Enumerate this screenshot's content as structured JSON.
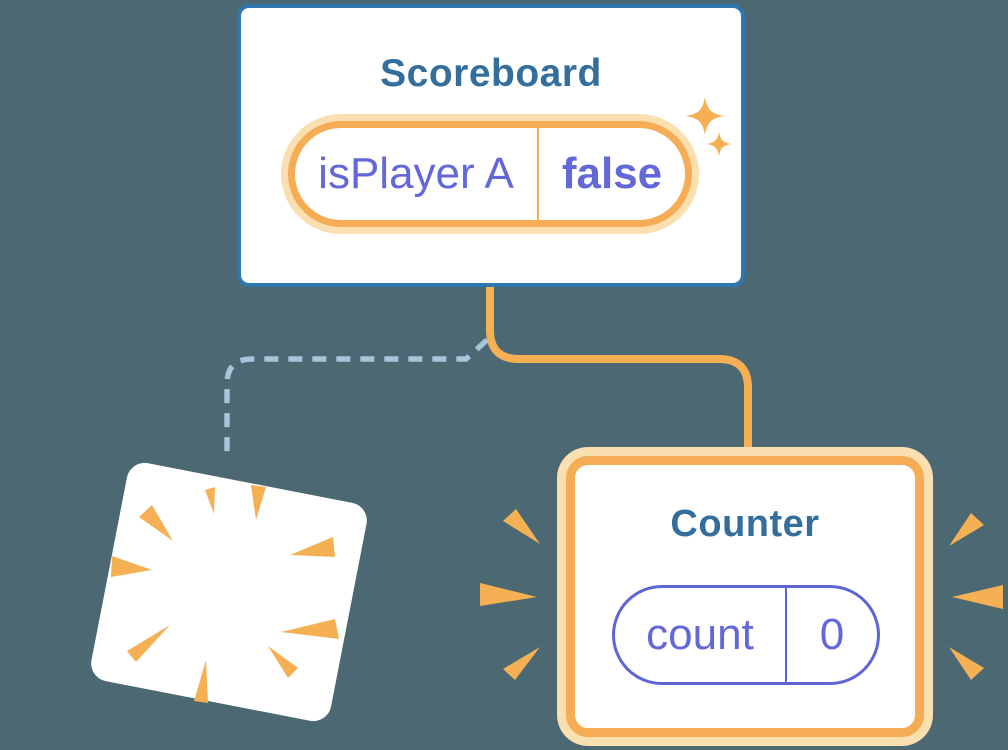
{
  "scoreboard": {
    "title": "Scoreboard",
    "state_key": "isPlayer A",
    "state_value": "false"
  },
  "counter": {
    "title": "Counter",
    "state_key": "count",
    "state_value": "0"
  },
  "icons": {
    "sparkles": "sparkles-icon",
    "poof": "poof-burst-icon",
    "emphasis": "emphasis-rays-icon"
  },
  "colors": {
    "background": "#4C6872",
    "card_white": "#FFFFFF",
    "card_border_blue": "#2E76AE",
    "title_blue": "#336E9C",
    "orange": "#F5AC55",
    "orange_bright": "#F5B054",
    "orange_glow": "#FADFB0",
    "purple_text": "#6368D9",
    "purple_border": "#5F65D5",
    "dashed_blue": "#A6C4DA"
  }
}
